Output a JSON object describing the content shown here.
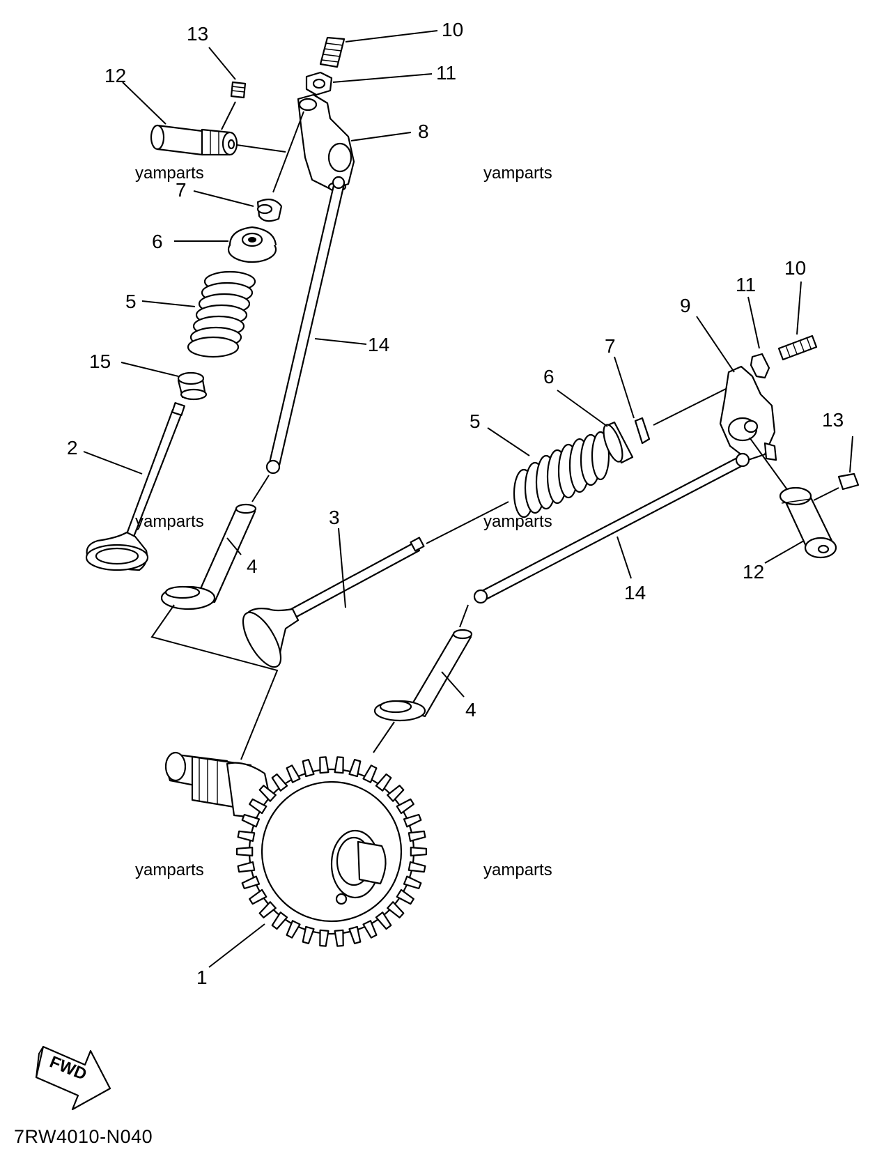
{
  "callouts": {
    "c13a": "13",
    "c12a": "12",
    "c10a": "10",
    "c11a": "11",
    "c8": "8",
    "c7a": "7",
    "c6a": "6",
    "c5a": "5",
    "c15": "15",
    "c14a": "14",
    "c2": "2",
    "c4a": "4",
    "c10b": "10",
    "c11b": "11",
    "c9": "9",
    "c7b": "7",
    "c6b": "6",
    "c5b": "5",
    "c13b": "13",
    "c3": "3",
    "c12b": "12",
    "c14b": "14",
    "c4b": "4",
    "c1": "1"
  },
  "watermarks": [
    "yamparts",
    "yamparts",
    "yamparts",
    "yamparts",
    "yamparts",
    "yamparts"
  ],
  "fwd_label": "FWD",
  "diagram_code": "7RW4010-N040"
}
